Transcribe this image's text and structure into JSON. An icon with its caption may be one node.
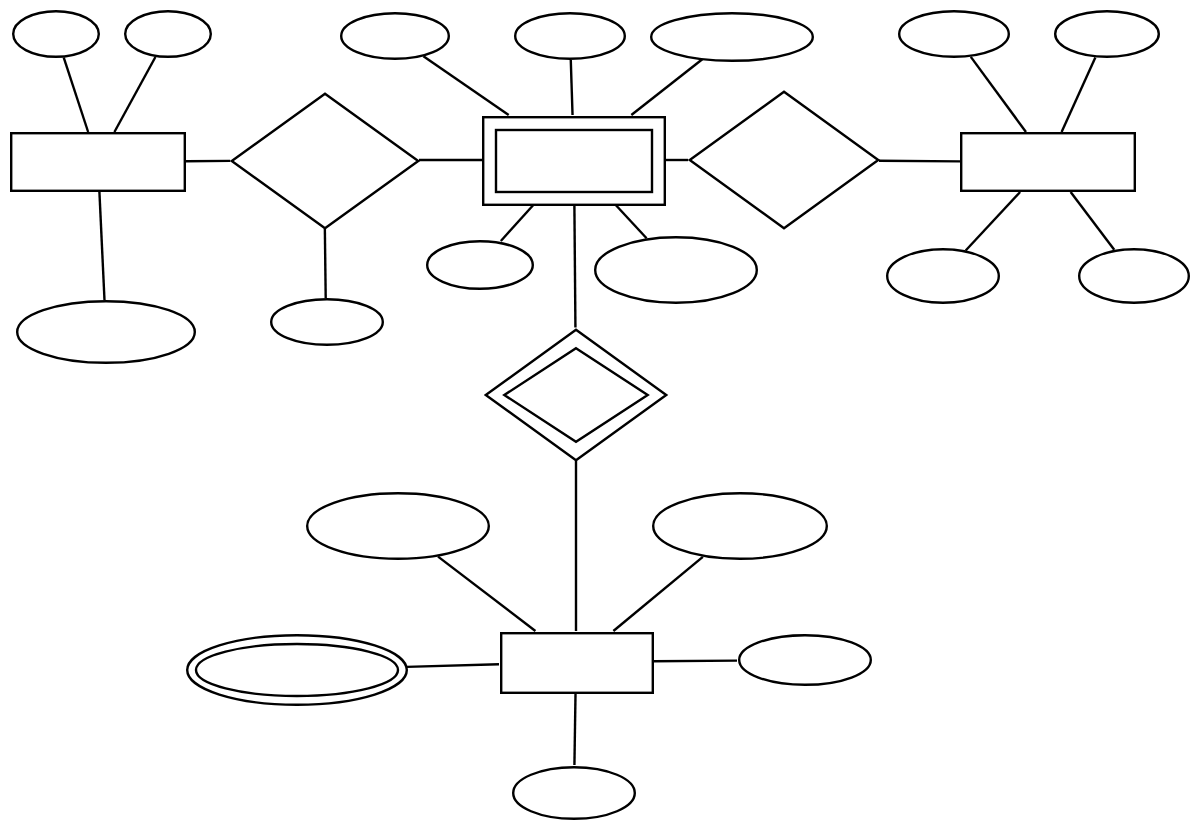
{
  "diagram": {
    "nodes": [
      {
        "text": [],
        "shape": "ellipse"
      },
      {
        "text": [],
        "shape": "ellipse"
      },
      {
        "text": [],
        "shape": "ellipse"
      },
      {
        "text": [],
        "shape": "ellipse"
      },
      {
        "text": [],
        "shape": "ellipse"
      },
      {
        "text": [],
        "shape": "ellipse"
      },
      {
        "text": [],
        "shape": "ellipse"
      },
      {
        "text": [],
        "shape": "box"
      },
      {
        "text": [],
        "shape": "diamond"
      },
      {
        "text": [],
        "shape": "box"
      },
      {
        "text": [],
        "shape": "diamond"
      },
      {
        "text": [],
        "shape": "box"
      },
      {
        "text": [],
        "shape": "ellipse"
      },
      {
        "text": [],
        "shape": "ellipse"
      },
      {
        "text": [],
        "shape": "ellipse"
      },
      {
        "text": [],
        "shape": "ellipse"
      },
      {
        "text": [],
        "shape": "ellipse"
      },
      {
        "text": [],
        "shape": "ellipse"
      },
      {
        "text": [],
        "shape": "diamond"
      },
      {
        "text": [],
        "shape": "ellipse"
      },
      {
        "text": [],
        "shape": "ellipse"
      },
      {
        "text": [],
        "shape": "ellipse"
      },
      {
        "text": [],
        "shape": "box"
      },
      {
        "text": [],
        "shape": "ellipse"
      },
      {
        "text": [],
        "shape": "ellipse"
      }
    ],
    "edges": [
      {
        "from": 0,
        "to": 7,
        "arrow": "none"
      },
      {
        "from": 1,
        "to": 7,
        "arrow": "none"
      },
      {
        "from": 7,
        "to": 17,
        "arrow": "none"
      },
      {
        "from": 7,
        "to": 8,
        "arrow": "none"
      },
      {
        "from": 8,
        "to": 9,
        "arrow": "none"
      },
      {
        "from": 8,
        "to": 16,
        "arrow": "none"
      },
      {
        "from": 2,
        "to": 9,
        "arrow": "none"
      },
      {
        "from": 3,
        "to": 9,
        "arrow": "none"
      },
      {
        "from": 4,
        "to": 9,
        "arrow": "none"
      },
      {
        "from": 12,
        "to": 9,
        "arrow": "none"
      },
      {
        "from": 13,
        "to": 9,
        "arrow": "none"
      },
      {
        "from": 9,
        "to": 10,
        "arrow": "none"
      },
      {
        "from": 10,
        "to": 11,
        "arrow": "none"
      },
      {
        "from": 5,
        "to": 11,
        "arrow": "none"
      },
      {
        "from": 6,
        "to": 11,
        "arrow": "none"
      },
      {
        "from": 11,
        "to": 14,
        "arrow": "none"
      },
      {
        "from": 11,
        "to": 15,
        "arrow": "none"
      },
      {
        "from": 9,
        "to": 18,
        "arrow": "none"
      },
      {
        "from": 18,
        "to": 22,
        "arrow": "none"
      },
      {
        "from": 19,
        "to": 22,
        "arrow": "none"
      },
      {
        "from": 20,
        "to": 22,
        "arrow": "none"
      },
      {
        "from": 21,
        "to": 22,
        "arrow": "none"
      },
      {
        "from": 22,
        "to": 23,
        "arrow": "none"
      },
      {
        "from": 22,
        "to": 24,
        "arrow": "none"
      }
    ]
  }
}
